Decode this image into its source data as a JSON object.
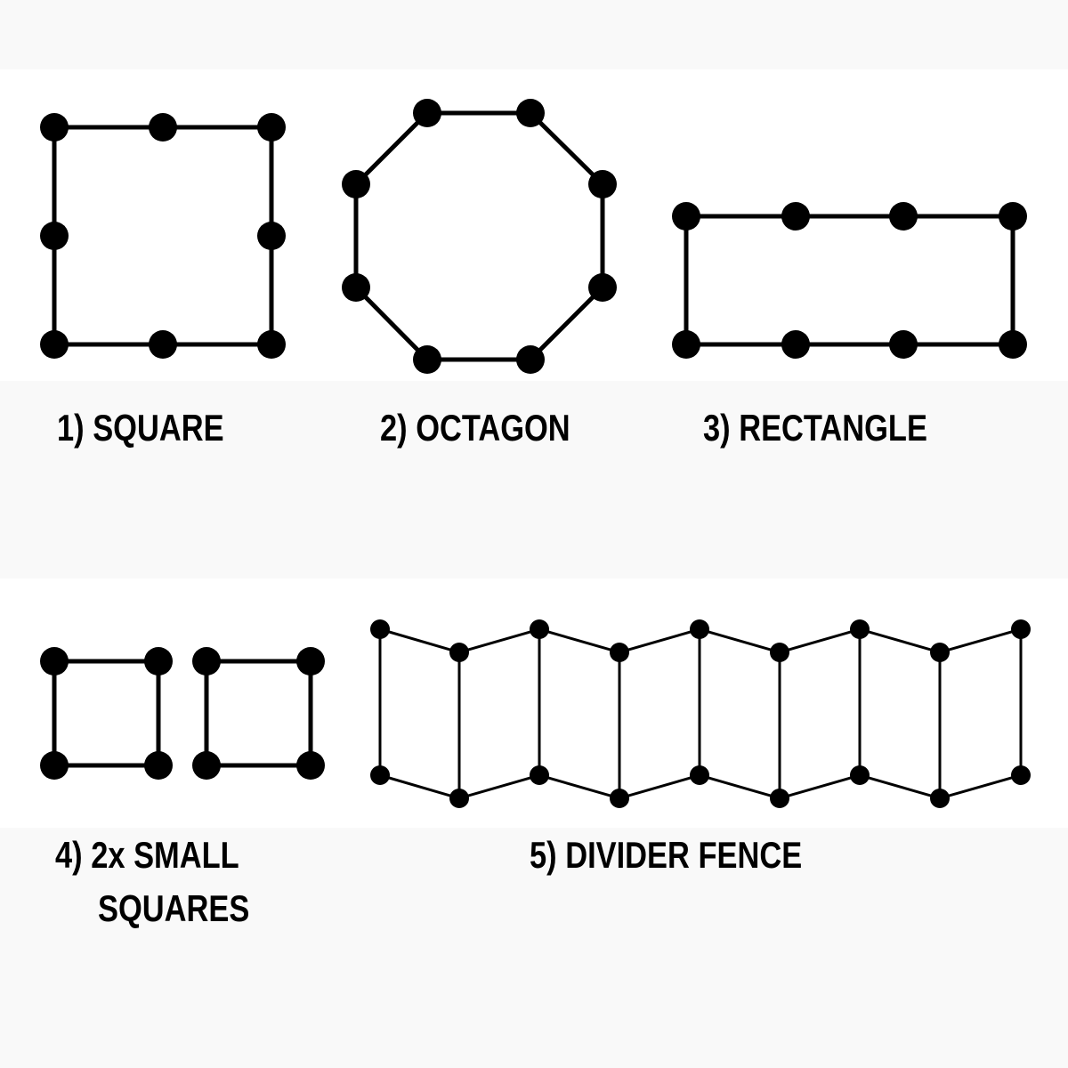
{
  "shapes": [
    {
      "id": "square",
      "label": "1) SQUARE"
    },
    {
      "id": "octagon",
      "label": "2) OCTAGON"
    },
    {
      "id": "rectangle",
      "label": "3) RECTANGLE"
    },
    {
      "id": "small-squares",
      "label_line1": "4) 2x SMALL",
      "label_line2": "SQUARES"
    },
    {
      "id": "divider-fence",
      "label": "5) DIVIDER FENCE"
    }
  ],
  "colors": {
    "stroke": "#000000",
    "background": "#f9f9f9",
    "panel": "#ffffff"
  }
}
